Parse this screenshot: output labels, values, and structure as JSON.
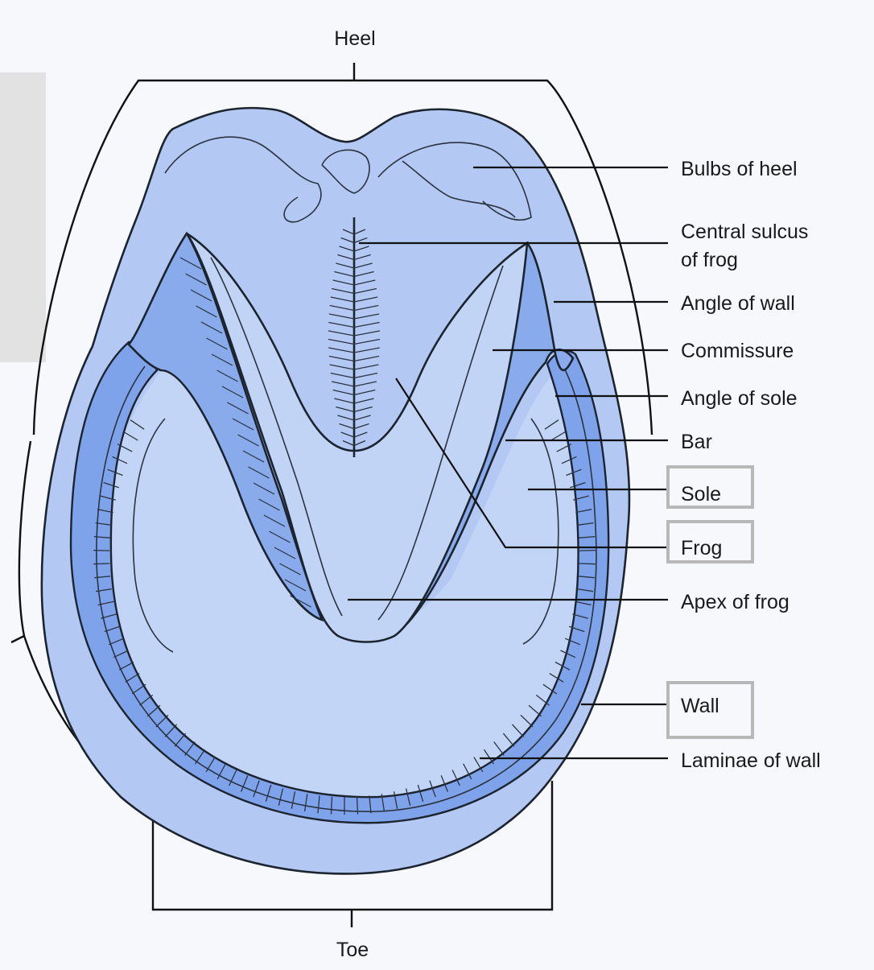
{
  "diagram": {
    "brackets": {
      "heel": "Heel",
      "toe": "Toe"
    },
    "labels": {
      "bulbs_of_heel": "Bulbs of heel",
      "central_sulcus_line1": "Central sulcus",
      "central_sulcus_line2": "of frog",
      "angle_of_wall": "Angle of wall",
      "commissure": "Commissure",
      "angle_of_sole": "Angle of sole",
      "bar": "Bar",
      "sole": "Sole",
      "frog": "Frog",
      "apex_of_frog": "Apex of frog",
      "wall": "Wall",
      "laminae_of_wall": "Laminae of wall"
    },
    "highlighted_labels": [
      "Sole",
      "Frog",
      "Wall"
    ],
    "colors": {
      "hoof_outer": "#b3c9f3",
      "sole_area": "#c3d5f6",
      "laminae_band": "#7fa3ea",
      "commissure_fill": "#89abeb",
      "frog": "#c1d4f6",
      "outline": "#1c2430",
      "highlight_box": "#b8b8b8",
      "side_panel": "#e2e2e2"
    }
  }
}
